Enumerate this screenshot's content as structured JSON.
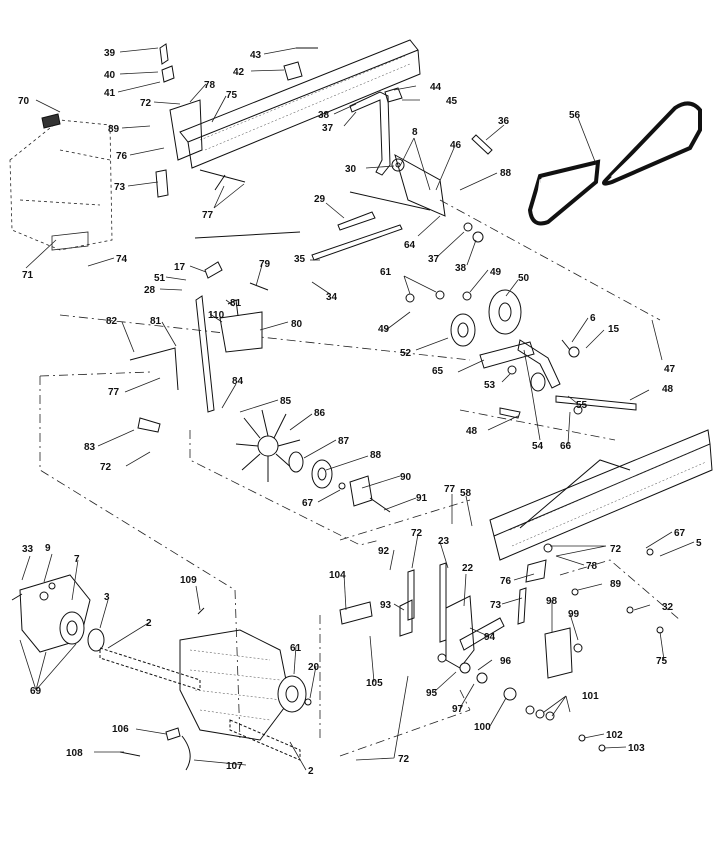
{
  "callouts": [
    {
      "label": "39"
    },
    {
      "label": "40"
    },
    {
      "label": "41"
    },
    {
      "label": "43"
    },
    {
      "label": "42"
    },
    {
      "label": "78"
    },
    {
      "label": "72"
    },
    {
      "label": "75"
    },
    {
      "label": "70"
    },
    {
      "label": "89"
    },
    {
      "label": "76"
    },
    {
      "label": "73"
    },
    {
      "label": "77"
    },
    {
      "label": "71"
    },
    {
      "label": "74"
    },
    {
      "label": "44"
    },
    {
      "label": "45"
    },
    {
      "label": "38"
    },
    {
      "label": "37"
    },
    {
      "label": "8"
    },
    {
      "label": "36"
    },
    {
      "label": "56"
    },
    {
      "label": "46"
    },
    {
      "label": "30"
    },
    {
      "label": "88"
    },
    {
      "label": "29"
    },
    {
      "label": "64"
    },
    {
      "label": "37"
    },
    {
      "label": "38"
    },
    {
      "label": "17"
    },
    {
      "label": "79"
    },
    {
      "label": "35"
    },
    {
      "label": "34"
    },
    {
      "label": "51"
    },
    {
      "label": "28"
    },
    {
      "label": "61"
    },
    {
      "label": "49"
    },
    {
      "label": "50"
    },
    {
      "label": "110"
    },
    {
      "label": "81"
    },
    {
      "label": "80"
    },
    {
      "label": "82"
    },
    {
      "label": "81"
    },
    {
      "label": "49"
    },
    {
      "label": "6"
    },
    {
      "label": "15"
    },
    {
      "label": "47"
    },
    {
      "label": "52"
    },
    {
      "label": "65"
    },
    {
      "label": "53"
    },
    {
      "label": "48"
    },
    {
      "label": "77"
    },
    {
      "label": "84"
    },
    {
      "label": "85"
    },
    {
      "label": "55"
    },
    {
      "label": "86"
    },
    {
      "label": "48"
    },
    {
      "label": "54"
    },
    {
      "label": "66"
    },
    {
      "label": "83"
    },
    {
      "label": "87"
    },
    {
      "label": "72"
    },
    {
      "label": "88"
    },
    {
      "label": "90"
    },
    {
      "label": "67"
    },
    {
      "label": "91"
    },
    {
      "label": "77"
    },
    {
      "label": "58"
    },
    {
      "label": "67"
    },
    {
      "label": "5"
    },
    {
      "label": "72"
    },
    {
      "label": "92"
    },
    {
      "label": "23"
    },
    {
      "label": "72"
    },
    {
      "label": "78"
    },
    {
      "label": "33"
    },
    {
      "label": "9"
    },
    {
      "label": "7"
    },
    {
      "label": "104"
    },
    {
      "label": "22"
    },
    {
      "label": "76"
    },
    {
      "label": "89"
    },
    {
      "label": "109"
    },
    {
      "label": "3"
    },
    {
      "label": "93"
    },
    {
      "label": "73"
    },
    {
      "label": "98"
    },
    {
      "label": "32"
    },
    {
      "label": "2"
    },
    {
      "label": "99"
    },
    {
      "label": "94"
    },
    {
      "label": "61"
    },
    {
      "label": "75"
    },
    {
      "label": "20"
    },
    {
      "label": "105"
    },
    {
      "label": "96"
    },
    {
      "label": "69"
    },
    {
      "label": "95"
    },
    {
      "label": "97"
    },
    {
      "label": "101"
    },
    {
      "label": "100"
    },
    {
      "label": "106"
    },
    {
      "label": "102"
    },
    {
      "label": "108"
    },
    {
      "label": "103"
    },
    {
      "label": "107"
    },
    {
      "label": "72"
    },
    {
      "label": "2"
    }
  ]
}
